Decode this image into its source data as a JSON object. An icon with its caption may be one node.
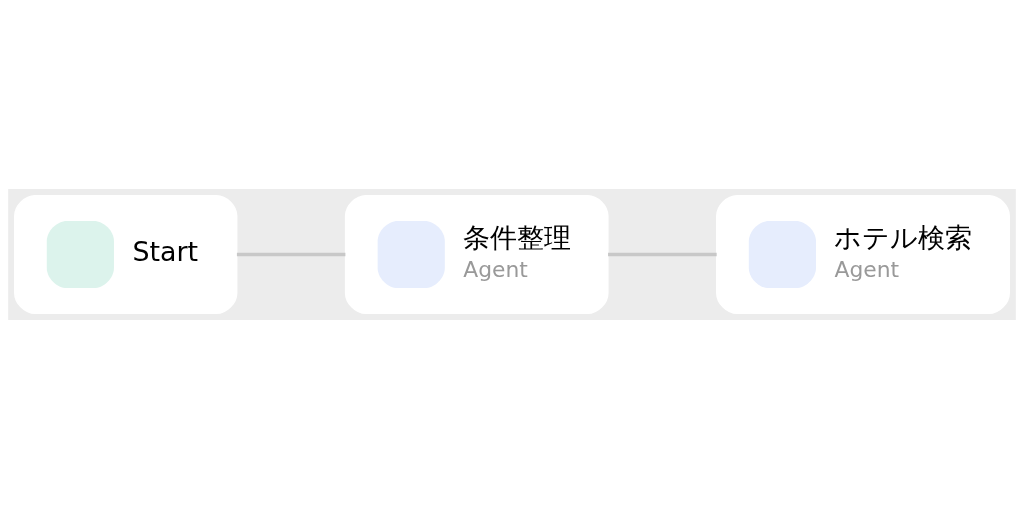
{
  "diagram": {
    "nodes": [
      {
        "text": [
          "Start"
        ]
      },
      {
        "text": [
          "条件整理",
          "Agent"
        ]
      },
      {
        "text": [
          "ホテル検索",
          "Agent"
        ]
      }
    ],
    "edges": [
      {
        "from": 0,
        "to": 1,
        "arrow": "none"
      },
      {
        "from": 1,
        "to": 2,
        "arrow": "none"
      }
    ]
  }
}
